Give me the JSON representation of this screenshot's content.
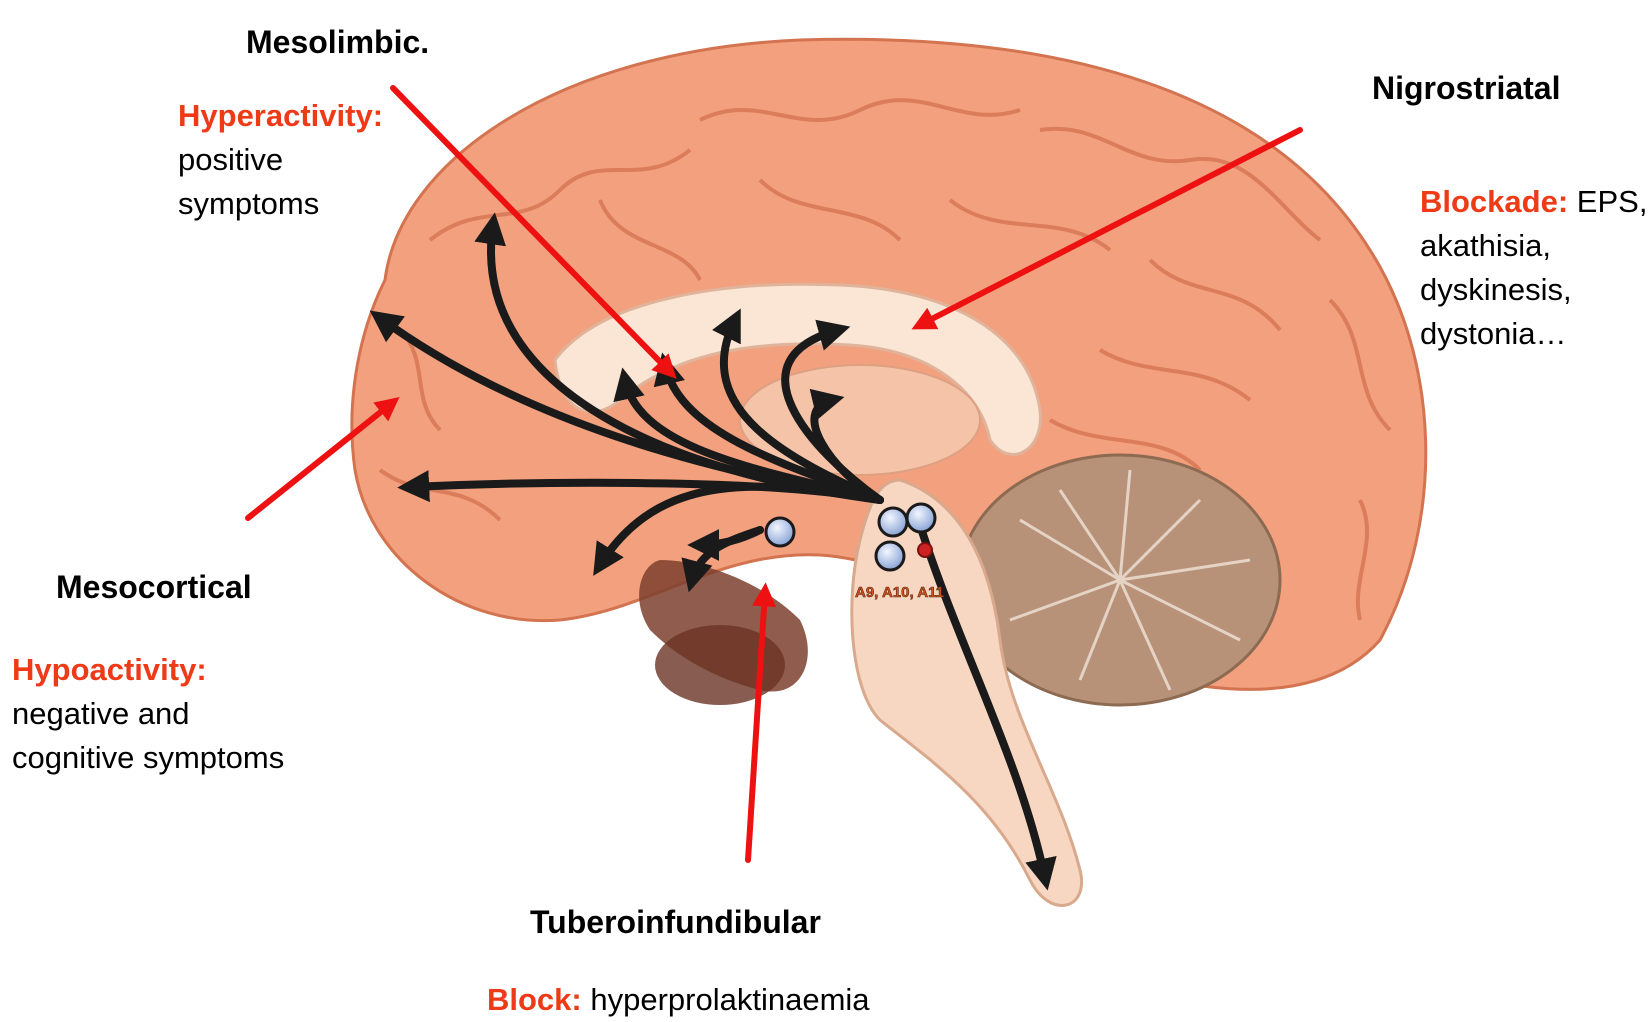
{
  "colors": {
    "accent": "#ee3a17",
    "pointer": "#ee1111",
    "brain": "#f2a07e",
    "pathway": "#1a1a1a"
  },
  "mesolimbic": {
    "title": "Mesolimbic.",
    "effect": "Hyperactivity:",
    "line1": "positive",
    "line2": "symptoms"
  },
  "nigrostriatal": {
    "title": "Nigrostriatal",
    "effect": "Blockade:",
    "tail": " EPS,",
    "line2": "akathisia,",
    "line3": "dyskinesis,",
    "line4": "dystonia…"
  },
  "mesocortical": {
    "title": "Mesocortical",
    "effect": "Hypoactivity:",
    "line1": "negative and",
    "line2": "cognitive symptoms"
  },
  "tuberoinfundibular": {
    "title": "Tuberoinfundibular",
    "effect": "Block:",
    "tail": " hyperprolaktinaemia"
  },
  "nuclei_label": "A9, A10, A11"
}
